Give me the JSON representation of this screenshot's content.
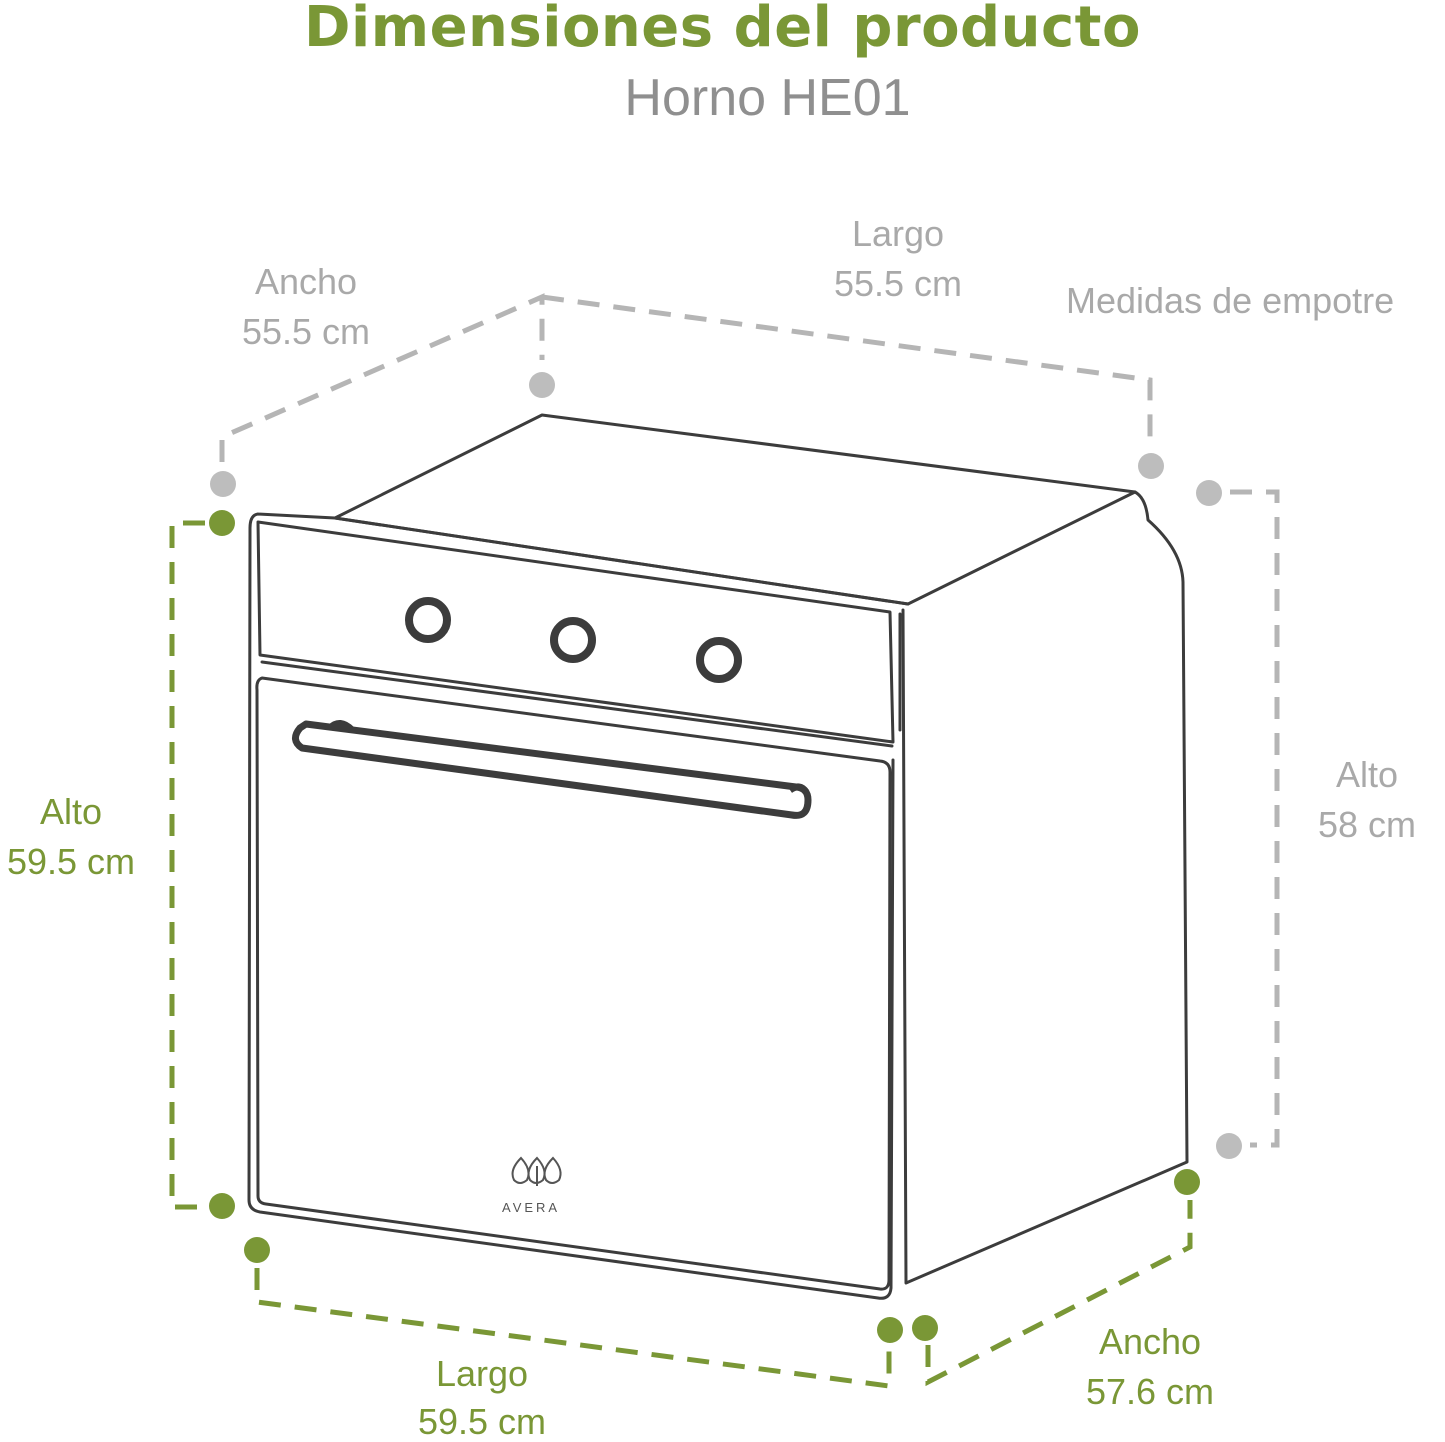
{
  "title": "Dimensiones del producto",
  "subtitle": "Horno HE01",
  "colors": {
    "accent_green": "#7a9736",
    "gray_label": "#a9a9a9",
    "outline": "#3c3c3c"
  },
  "labels": {
    "empotre_note": "Medidas de empotre",
    "empotre_ancho_name": "Ancho",
    "empotre_ancho_value": "55.5 cm",
    "empotre_largo_name": "Largo",
    "empotre_largo_value": "55.5 cm",
    "empotre_alto_name": "Alto",
    "empotre_alto_value": "58 cm",
    "producto_alto_name": "Alto",
    "producto_alto_value": "59.5 cm",
    "producto_largo_name": "Largo",
    "producto_largo_value": "59.5 cm",
    "producto_ancho_name": "Ancho",
    "producto_ancho_value": "57.6 cm"
  },
  "brand": {
    "name": "AVERA",
    "icon": "avera-leaves-logo-icon"
  }
}
